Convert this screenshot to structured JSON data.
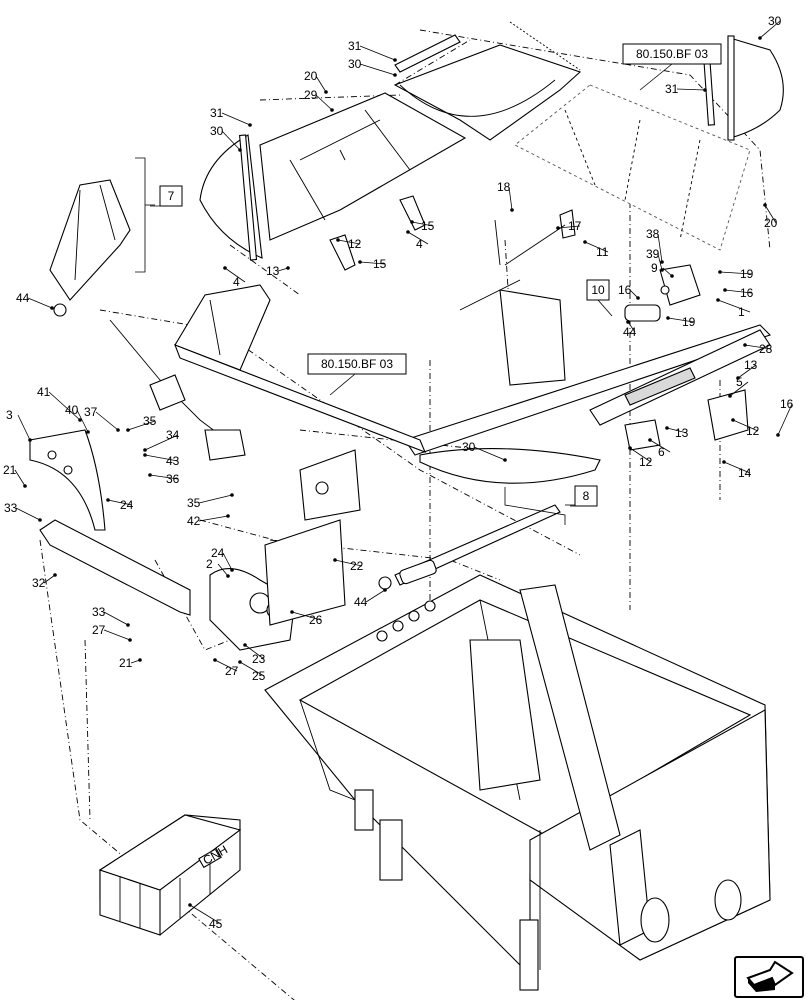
{
  "diagram": {
    "reference_boxes": [
      "80.150.BF 03",
      "80.150.BF 03"
    ],
    "group_boxes": [
      "7",
      "10",
      "8"
    ],
    "callouts": [
      "1",
      "2",
      "3",
      "4",
      "4",
      "5",
      "6",
      "9",
      "11",
      "12",
      "12",
      "12",
      "13",
      "13",
      "13",
      "14",
      "15",
      "15",
      "16",
      "16",
      "16",
      "17",
      "18",
      "19",
      "19",
      "20",
      "20",
      "21",
      "21",
      "22",
      "23",
      "24",
      "24",
      "25",
      "26",
      "27",
      "27",
      "28",
      "29",
      "30",
      "30",
      "30",
      "30",
      "31",
      "31",
      "31",
      "32",
      "33",
      "33",
      "34",
      "35",
      "35",
      "36",
      "37",
      "38",
      "39",
      "40",
      "41",
      "42",
      "43",
      "44",
      "44",
      "44",
      "45"
    ],
    "crate_logo": "CNH"
  },
  "nav_icon": "arrow-navigation-icon"
}
